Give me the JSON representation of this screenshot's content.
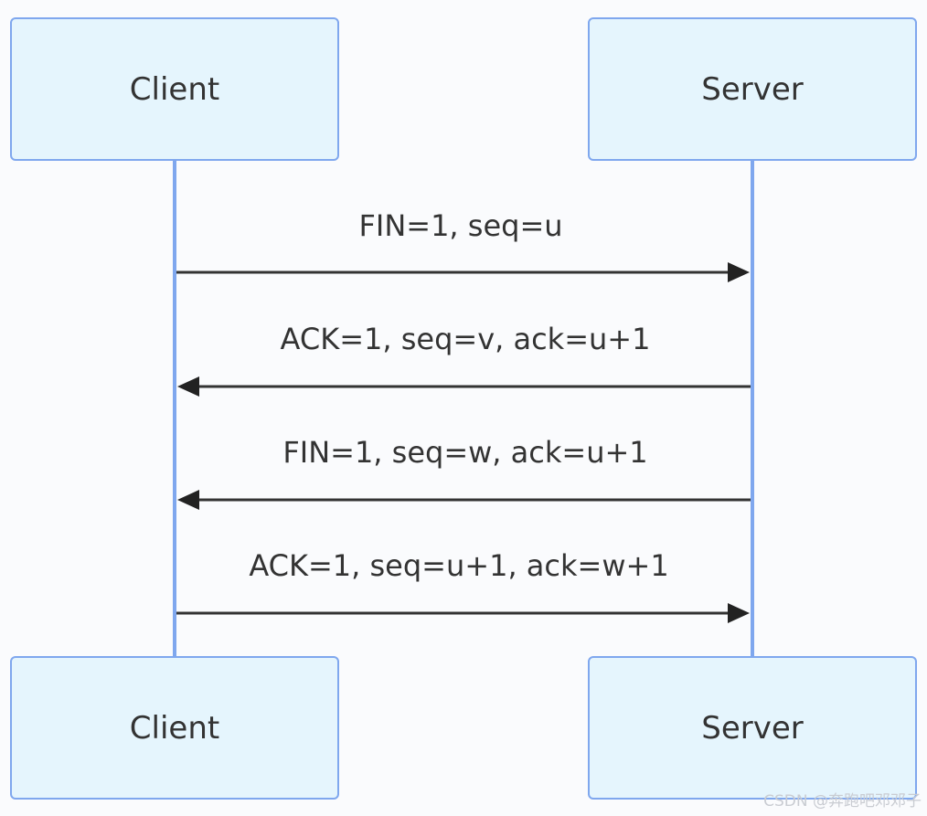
{
  "actors": [
    {
      "id": "client",
      "label": "Client"
    },
    {
      "id": "server",
      "label": "Server"
    }
  ],
  "messages": [
    {
      "from": "client",
      "to": "server",
      "text": "FIN=1, seq=u"
    },
    {
      "from": "server",
      "to": "client",
      "text": "ACK=1, seq=v, ack=u+1"
    },
    {
      "from": "server",
      "to": "client",
      "text": "FIN=1, seq=w, ack=u+1"
    },
    {
      "from": "client",
      "to": "server",
      "text": "ACK=1, seq=u+1, ack=w+1"
    }
  ],
  "watermark": "CSDN @奔跑吧邓邓子",
  "colors": {
    "actor_fill": "#e5f5fd",
    "actor_border": "#7fa7ee",
    "lifeline": "#7fa7ee",
    "message_line": "#333333",
    "text": "#333333"
  }
}
